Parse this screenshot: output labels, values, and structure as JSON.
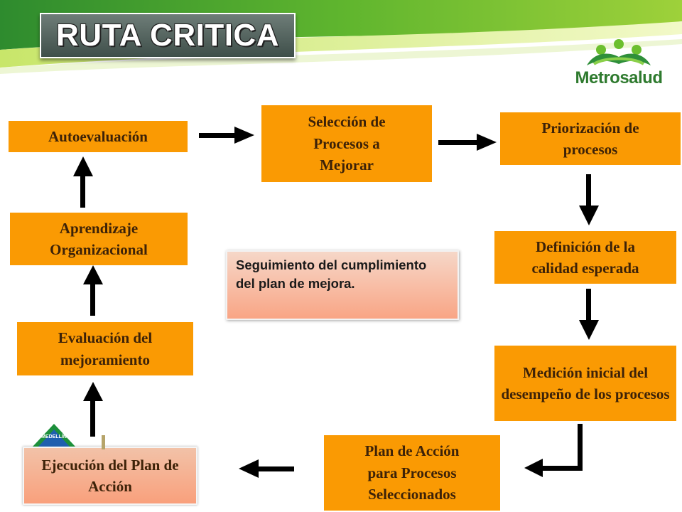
{
  "title": "RUTA CRITICA",
  "logo": {
    "name": "Metrosalud",
    "icon": "metrosalud-logo-icon"
  },
  "corner_logo": {
    "text": "MEDELLÍN",
    "icon": "medellin-logo-icon"
  },
  "colors": {
    "box_fill": "#fa9a03",
    "box_text": "#3d2208",
    "banner_green": "#5fb52e",
    "highlight_fill": "#f9a07c"
  },
  "diagram": {
    "steps": [
      {
        "label": "Autoevaluación"
      },
      {
        "label": "Selección de Procesos a Mejorar"
      },
      {
        "label": "Priorización de procesos"
      },
      {
        "label": "Definición de la calidad esperada"
      },
      {
        "label": "Medición inicial del desempeño de los procesos"
      },
      {
        "label": "Plan de Acción para Procesos Seleccionados"
      },
      {
        "label": "Ejecución del Plan de Acción"
      },
      {
        "label": "Evaluación del mejoramiento"
      },
      {
        "label": "Aprendizaje Organizacional"
      }
    ],
    "note": "Seguimiento del cumplimiento del plan de mejora."
  }
}
